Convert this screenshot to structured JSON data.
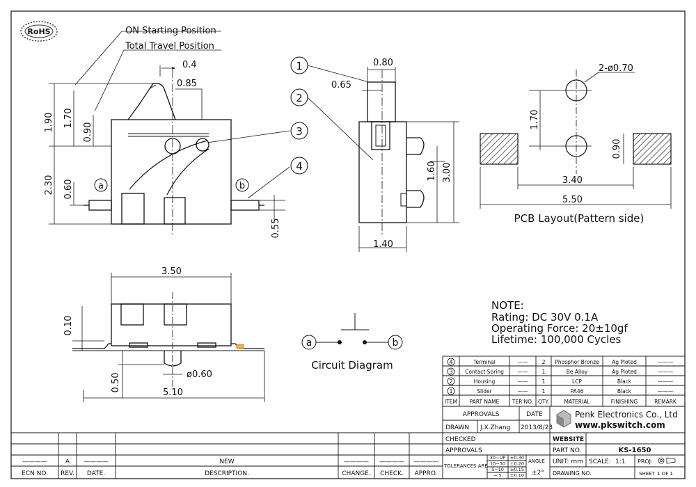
{
  "rohs": "RoHS",
  "callouts": {
    "on_start": "ON Starting Position",
    "total_travel": "Total Travel Position"
  },
  "dims_front": {
    "d04": "0.4",
    "d085": "0.85",
    "d190": "1.90",
    "d170": "1.70",
    "d090": "0.90",
    "d230": "2.30",
    "d060": "0.60",
    "d055": "0.55",
    "term_a": "a",
    "term_b": "b"
  },
  "balloons": [
    "1",
    "2",
    "3",
    "4"
  ],
  "dims_side": {
    "d080": "0.80",
    "d065": "0.65",
    "d160": "1.60",
    "d300": "3.00",
    "d140": "1.40"
  },
  "pcb": {
    "hole_label": "2-ø0.70",
    "d170": "1.70",
    "d090": "0.90",
    "d340": "3.40",
    "d550": "5.50",
    "caption": "PCB Layout(Pattern side)"
  },
  "dims_bottom": {
    "d350": "3.50",
    "d010": "0.10",
    "d060": "ø0.60",
    "d050": "0.50",
    "d510": "5.10"
  },
  "circuit": {
    "a": "a",
    "b": "b",
    "caption": "Circuit Diagram"
  },
  "note": {
    "title": "NOTE:",
    "lines": [
      "Rating: DC 30V    0.1A",
      "Operating Force: 20±10gf",
      "Lifetime:  100,000 Cycles"
    ]
  },
  "bom": {
    "rows": [
      {
        "no": "4",
        "part": "Terminal",
        "code": "——",
        "qty": "2",
        "material": "Phosphor Bronze",
        "finishing": "Ag Ploted",
        "remark": "———"
      },
      {
        "no": "3",
        "part": "Contact Spring",
        "code": "——",
        "qty": "1",
        "material": "Be Alloy",
        "finishing": "Ag Ploted",
        "remark": "———"
      },
      {
        "no": "2",
        "part": "Housing",
        "code": "——",
        "qty": "1",
        "material": "LCP",
        "finishing": "Black",
        "remark": "———"
      },
      {
        "no": "1",
        "part": "Slider",
        "code": "——",
        "qty": "1",
        "material": "PA46",
        "finishing": "Black",
        "remark": "———"
      }
    ],
    "headers": [
      "ITEM",
      "PART NAME",
      "TER'NO.",
      "QTY.",
      "MATERIAL",
      "FINISHING",
      "REMARK"
    ]
  },
  "title_block": {
    "approvals": "APPROVALS",
    "date": "DATE",
    "drawn": "DRAWN",
    "drawn_by": "J.X.Zhang",
    "drawn_date": "2013/8/23",
    "checked": "CHECKED",
    "approvals2": "APPROVALS",
    "company": "Penk Electronics Co., Ltd",
    "web": "www.pkswitch.com",
    "website": "WEBSITE",
    "part_no_label": "PART NO.",
    "part_no": "KS-1650",
    "tolerances": "TOLERANCES ARE",
    "tol_rows": [
      [
        "30~UP",
        "±0.30"
      ],
      [
        "10~30",
        "±0.20"
      ],
      [
        "5~10",
        "±0.15"
      ],
      [
        "~ 5",
        "±0.10"
      ]
    ],
    "angle": "ANGLE",
    "angle_val": "±2°",
    "unit": "UNIT: mm",
    "scale": "SCALE:",
    "scale_val": "1:1",
    "proj": "PROJ:",
    "drawing_no": "DRAWING NO.",
    "sheet": "SHEET",
    "sheet_val": "1  OF  1"
  },
  "revision": {
    "row": {
      "ecn": "————",
      "rev": "A",
      "date": "————",
      "desc": "NEW",
      "change": "————",
      "check": "————",
      "appro": "————"
    },
    "headers": [
      "ECN NO.",
      "REV.",
      "DATE.",
      "DESCRIPTION.",
      "CHANGE.",
      "CHECK.",
      "APPRO."
    ]
  }
}
